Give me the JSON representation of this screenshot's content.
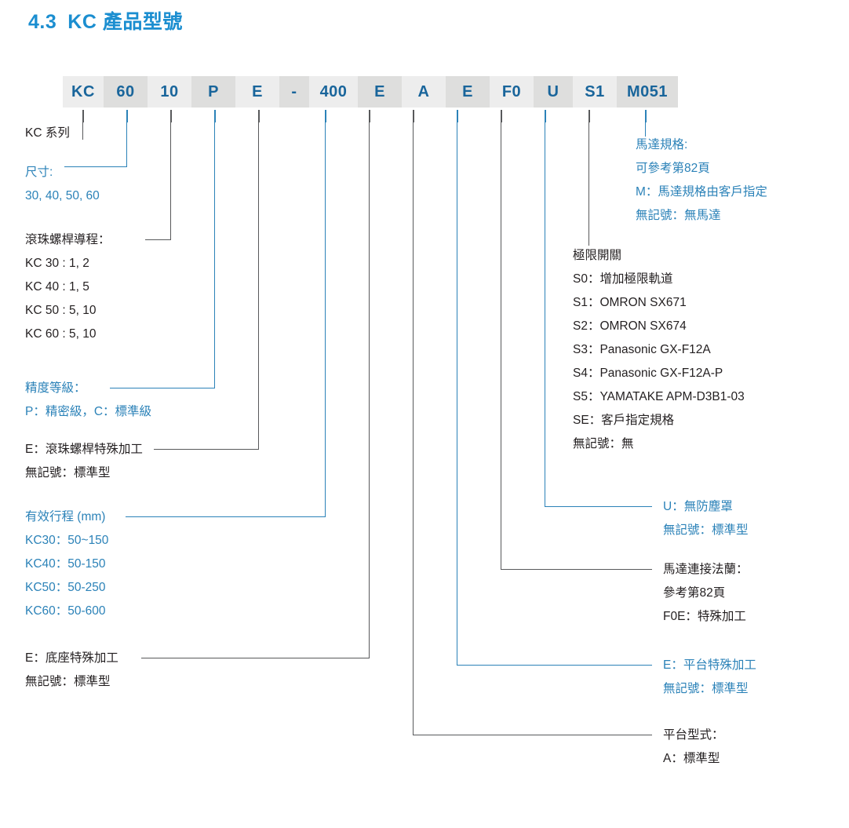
{
  "title": {
    "number": "4.3",
    "text": "KC 產品型號"
  },
  "colors": {
    "accent": "#1b8ed0",
    "code_text": "#19659b",
    "leader_dark": "#58595b",
    "leader_blue": "#2b82b8",
    "seg_light": "#ededed",
    "seg_dark": "#dededd"
  },
  "model_number": {
    "segments": [
      {
        "value": "KC",
        "shade": "a"
      },
      {
        "value": "60",
        "shade": "b"
      },
      {
        "value": "10",
        "shade": "a"
      },
      {
        "value": "P",
        "shade": "b"
      },
      {
        "value": "E",
        "shade": "a"
      },
      {
        "value": "-",
        "shade": "b"
      },
      {
        "value": "400",
        "shade": "a"
      },
      {
        "value": "E",
        "shade": "b"
      },
      {
        "value": "A",
        "shade": "a"
      },
      {
        "value": "E",
        "shade": "b"
      },
      {
        "value": "F0",
        "shade": "a"
      },
      {
        "value": "U",
        "shade": "b"
      },
      {
        "value": "S1",
        "shade": "a"
      },
      {
        "value": "M051",
        "shade": "b"
      }
    ]
  },
  "annotations": {
    "series": {
      "lines": [
        "KC 系列"
      ]
    },
    "size": {
      "lines": [
        "尺寸:",
        "30, 40, 50, 60"
      ]
    },
    "screw_lead": {
      "lines": [
        "滾珠螺桿導程：",
        "KC 30 : 1, 2",
        "KC 40 : 1, 5",
        "KC 50 : 5, 10",
        "KC 60 : 5, 10"
      ]
    },
    "accuracy": {
      "lines": [
        "精度等級：",
        "P：精密級，C：標準級"
      ]
    },
    "screw_special": {
      "lines": [
        "E：滾珠螺桿特殊加工",
        "無記號：標準型"
      ]
    },
    "stroke": {
      "lines": [
        "有效行程 (mm)",
        "KC30：50~150",
        "KC40：50-150",
        "KC50：50-250",
        "KC60：50-600"
      ]
    },
    "base_special": {
      "lines": [
        "E：底座特殊加工",
        "無記號：標準型"
      ]
    },
    "motor_spec": {
      "lines": [
        "馬達規格:",
        "可參考第82頁",
        "M：馬達規格由客戶指定",
        "無記號：無馬達"
      ]
    },
    "limit_switch": {
      "lines": [
        "極限開關",
        "S0：增加極限軌道",
        "S1：OMRON SX671",
        "S2：OMRON SX674",
        "S3：Panasonic GX-F12A",
        "S4：Panasonic GX-F12A-P",
        "S5：YAMATAKE APM-D3B1-03",
        "SE：客戶指定規格",
        "無記號：無"
      ]
    },
    "dust_cover": {
      "lines": [
        "U：無防塵罩",
        "無記號：標準型"
      ]
    },
    "motor_flange": {
      "lines": [
        "馬達連接法蘭：",
        "參考第82頁",
        "F0E：特殊加工"
      ]
    },
    "table_special": {
      "lines": [
        "E：平台特殊加工",
        "無記號：標準型"
      ]
    },
    "table_type": {
      "lines": [
        "平台型式：",
        "A：標準型"
      ]
    }
  }
}
